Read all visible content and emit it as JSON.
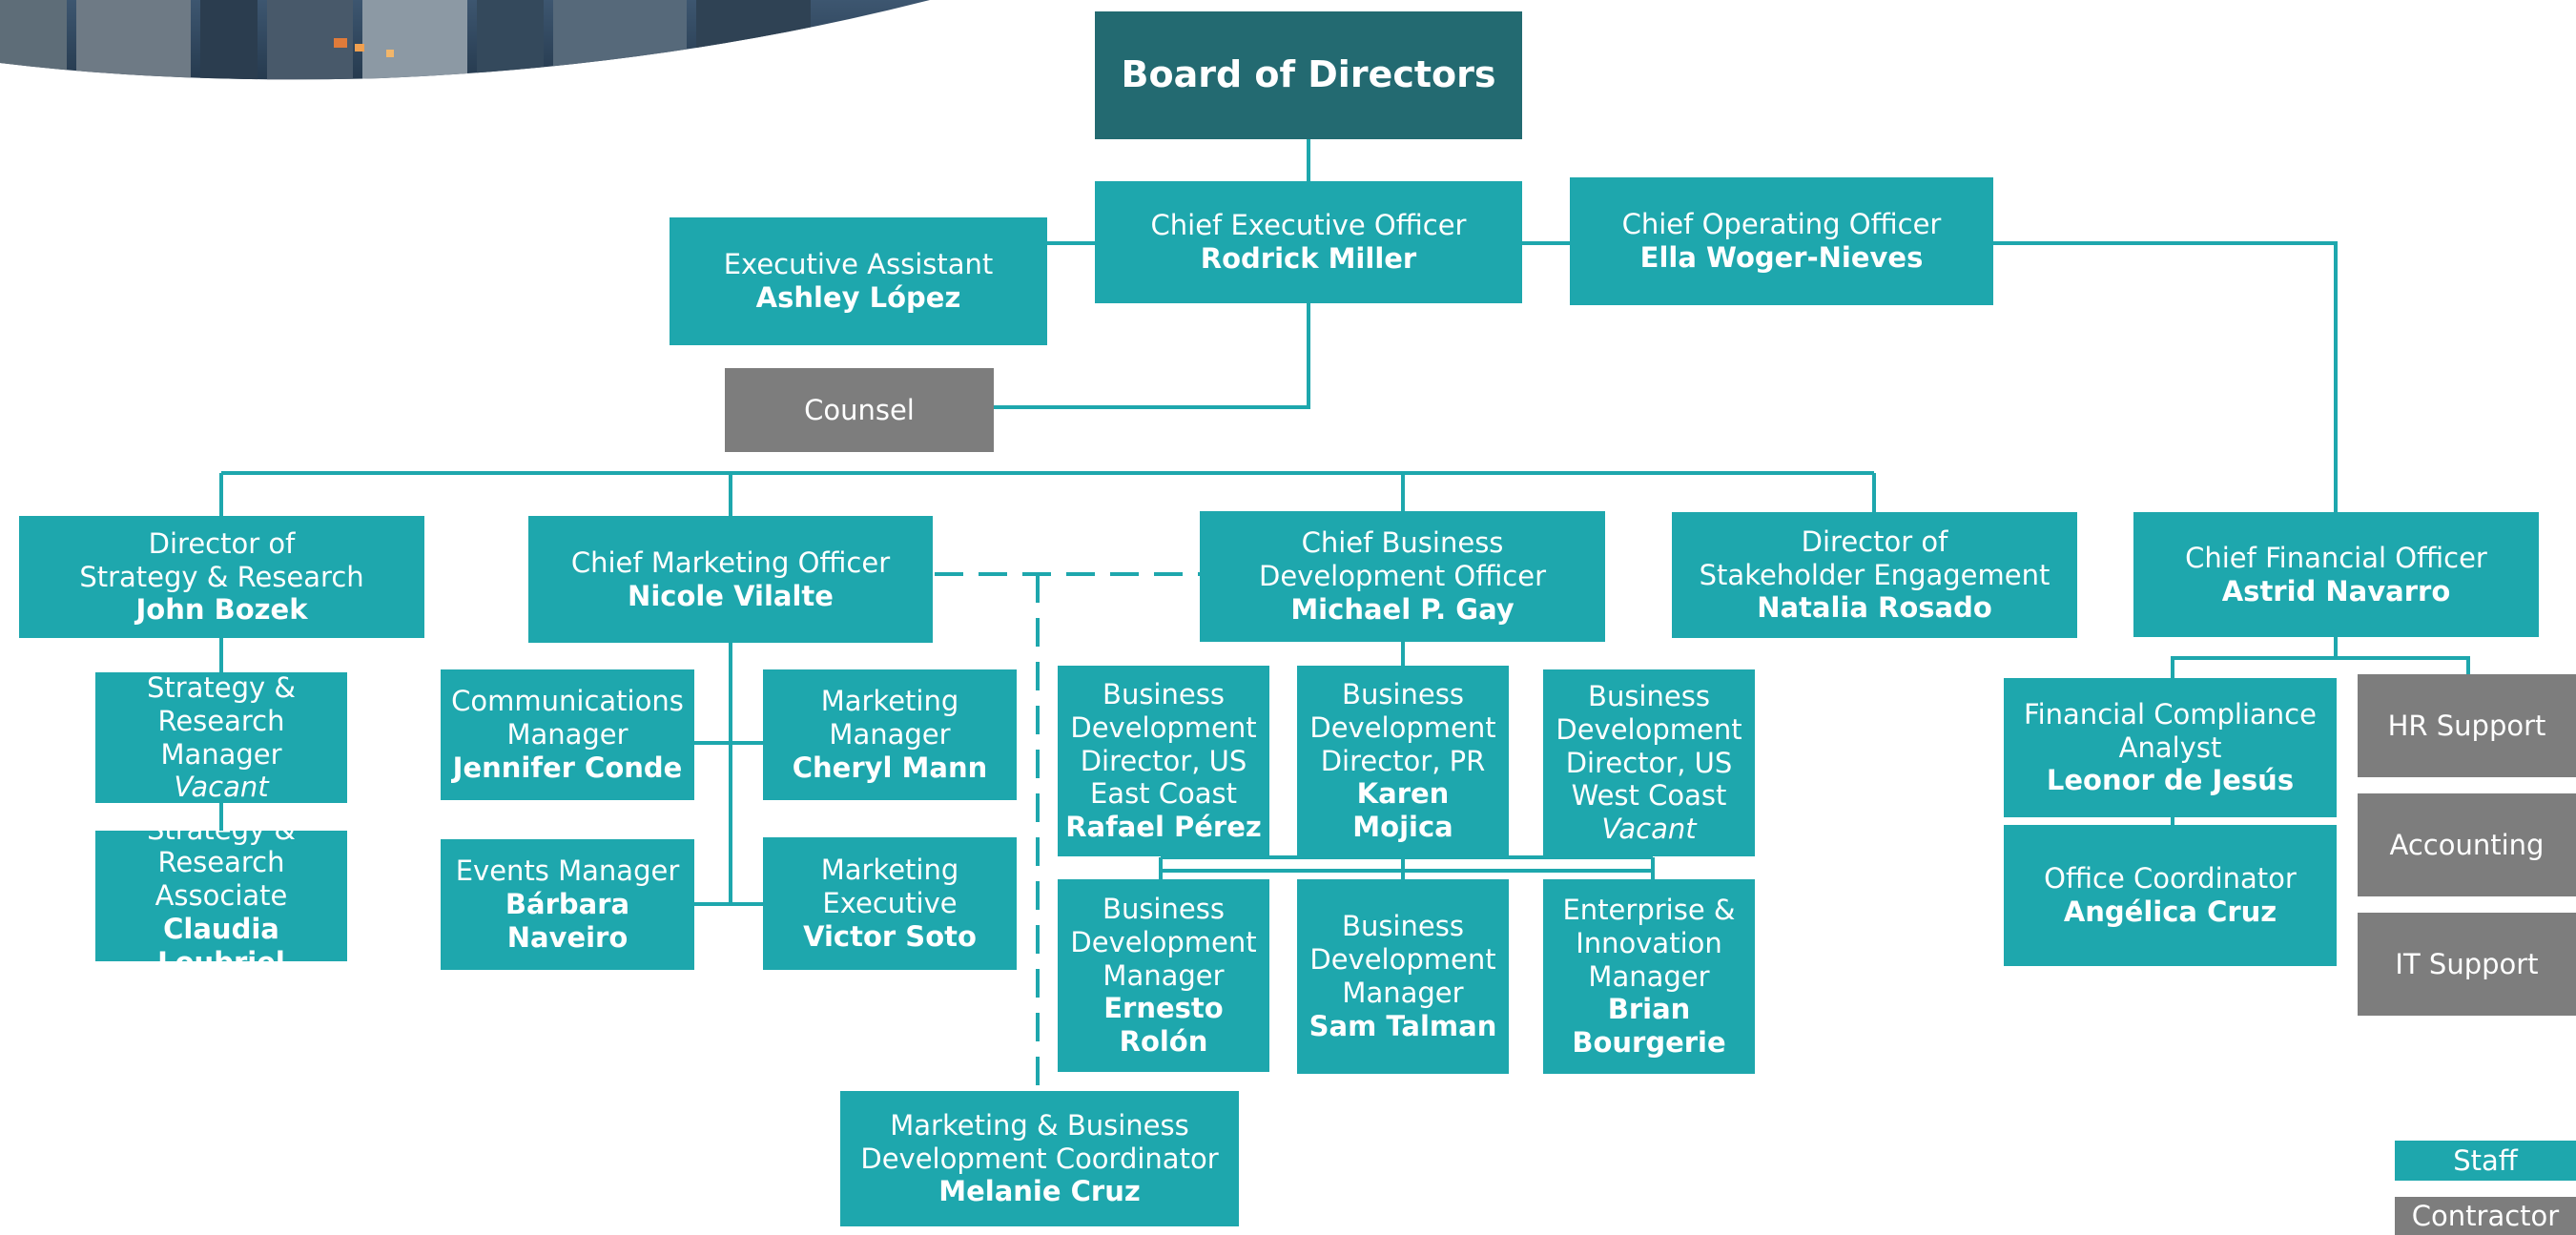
{
  "colors": {
    "staff": "#1ea7ad",
    "board": "#236a71",
    "contractor": "#7d7d7d",
    "connector": "#1ea7ad"
  },
  "nodes": {
    "board": {
      "title": "Board of Directors"
    },
    "ceo": {
      "title": "Chief Executive Officer",
      "name": "Rodrick Miller"
    },
    "coo": {
      "title": "Chief Operating Officer",
      "name": "Ella Woger-Nieves"
    },
    "exec_assistant": {
      "title": "Executive Assistant",
      "name": "Ashley López"
    },
    "counsel": {
      "title": "Counsel"
    },
    "dir_strategy": {
      "title": "Director of\nStrategy & Research",
      "name": "John Bozek"
    },
    "strategy_manager": {
      "title": "Strategy &\nResearch\nManager",
      "name": "Vacant"
    },
    "strategy_associate": {
      "title": "Strategy &\nResearch\nAssociate",
      "name": "Claudia Loubriel"
    },
    "cmo": {
      "title": "Chief Marketing Officer",
      "name": "Nicole Vilalte"
    },
    "comms_manager": {
      "title": "Communications\nManager",
      "name": "Jennifer Conde"
    },
    "marketing_manager": {
      "title": "Marketing\nManager",
      "name": "Cheryl Mann"
    },
    "events_manager": {
      "title": "Events Manager",
      "name": "Bárbara Naveiro"
    },
    "marketing_exec": {
      "title": "Marketing\nExecutive",
      "name": "Victor Soto"
    },
    "mbd_coordinator": {
      "title": "Marketing & Business\nDevelopment Coordinator",
      "name": "Melanie Cruz"
    },
    "cbdo": {
      "title": "Chief Business\nDevelopment Officer",
      "name": "Michael P. Gay"
    },
    "bd_dir_us_east": {
      "title": "Business\nDevelopment\nDirector, US\nEast Coast",
      "name": "Rafael Pérez"
    },
    "bd_dir_pr": {
      "title": "Business\nDevelopment\nDirector, PR",
      "name": "Karen Mojica"
    },
    "bd_dir_us_west": {
      "title": "Business\nDevelopment\nDirector, US\nWest Coast",
      "name": "Vacant"
    },
    "bd_manager_1": {
      "title": "Business\nDevelopment\nManager",
      "name": "Ernesto Rolón"
    },
    "bd_manager_2": {
      "title": "Business\nDevelopment\nManager",
      "name": "Sam Talman"
    },
    "innovation_manager": {
      "title": "Enterprise &\nInnovation\nManager",
      "name": "Brian\nBourgerie"
    },
    "dir_stakeholder": {
      "title": "Director of\nStakeholder Engagement",
      "name": "Natalia Rosado"
    },
    "cfo": {
      "title": "Chief Financial Officer",
      "name": "Astrid Navarro"
    },
    "fin_compliance": {
      "title": "Financial Compliance\nAnalyst",
      "name": "Leonor de Jesús"
    },
    "office_coord": {
      "title": "Office Coordinator",
      "name": "Angélica Cruz"
    },
    "hr_support": {
      "title": "HR Support"
    },
    "accounting": {
      "title": "Accounting"
    },
    "it_support": {
      "title": "IT Support"
    }
  },
  "legend": {
    "staff": "Staff",
    "contractor": "Contractor"
  }
}
